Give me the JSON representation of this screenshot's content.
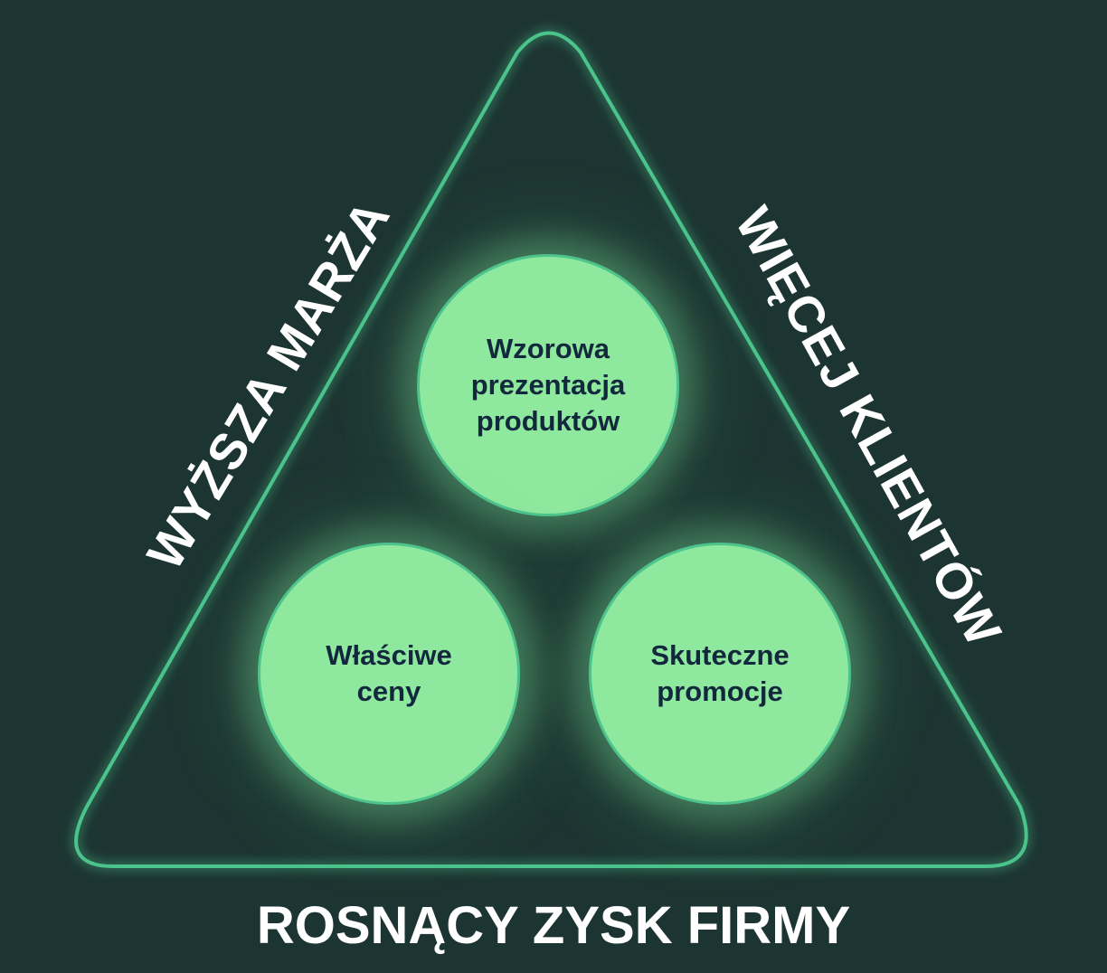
{
  "diagram": {
    "colors": {
      "background": "#1d3532",
      "outline": "#4cc48c",
      "circle_fill": "#8ee89e",
      "circle_text": "#13283d",
      "label_text": "#ffffff"
    },
    "left_label": "WYŻSZA MARŻA",
    "right_label": "WIĘCEJ KLIENTÓW",
    "bottom_label": "ROSNĄCY ZYSK FIRMY",
    "circles": [
      {
        "label": "Wzorowa\nprezentacja\nproduktów"
      },
      {
        "label": "Właściwe\nceny"
      },
      {
        "label": "Skuteczne\npromocje"
      }
    ]
  }
}
